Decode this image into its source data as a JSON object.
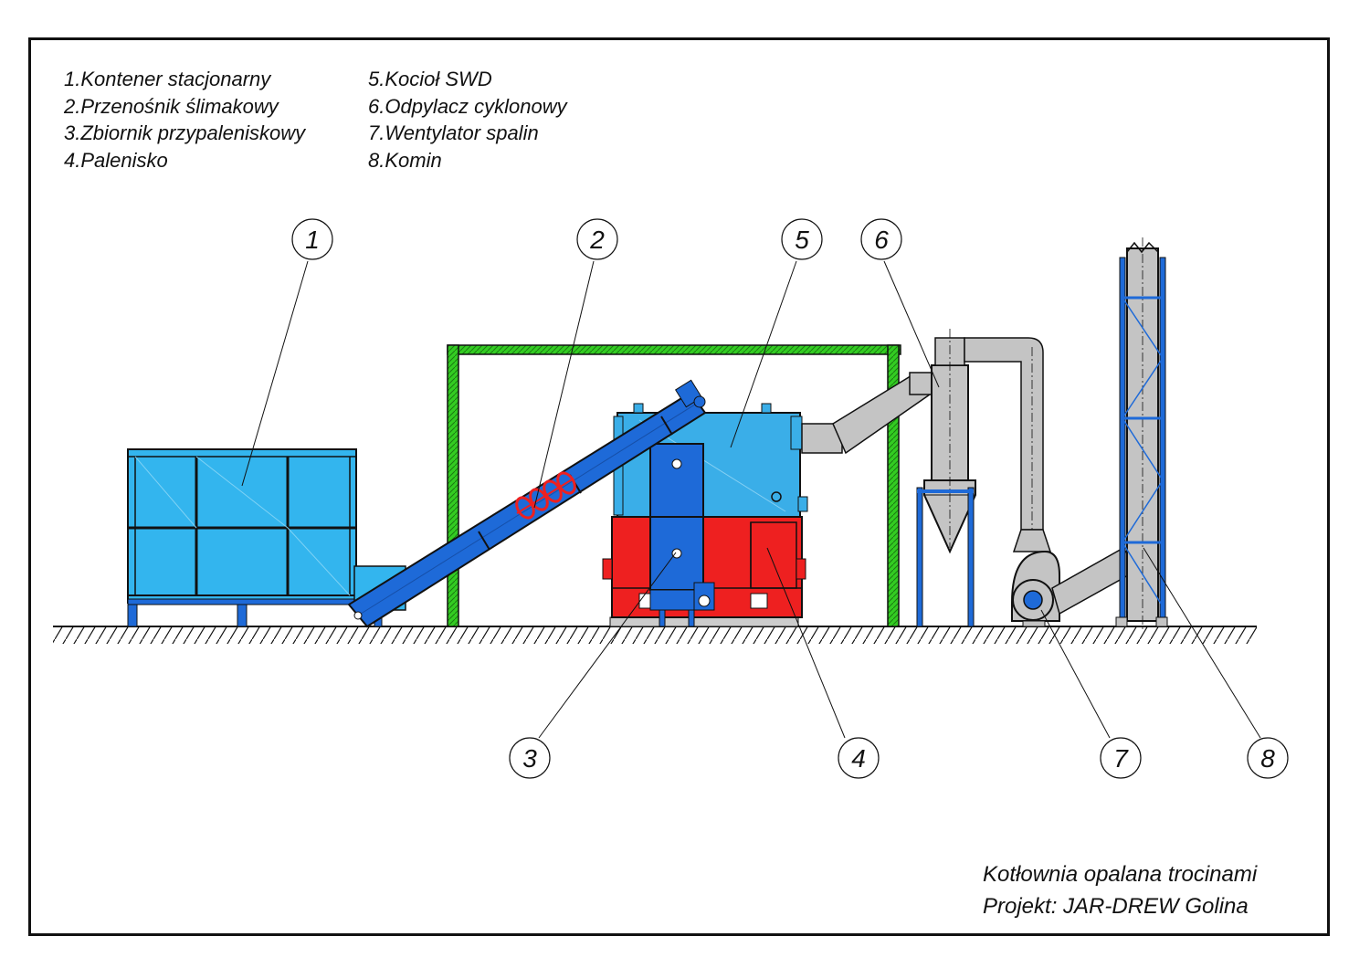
{
  "legend": {
    "col1": [
      "1.Kontener stacjonarny",
      "2.Przenośnik ślimakowy",
      "3.Zbiornik przypaleniskowy",
      "4.Palenisko"
    ],
    "col2": [
      "5.Kocioł SWD",
      "6.Odpylacz cyklonowy",
      "7.Wentylator spalin",
      "8.Komin"
    ]
  },
  "callouts": [
    "1",
    "2",
    "3",
    "4",
    "5",
    "6",
    "7",
    "8"
  ],
  "title_block": {
    "line1": "Kotłownia opalana trocinami",
    "line2": "Projekt: JAR-DREW Golina"
  },
  "colors": {
    "container_blue": "#33b5ee",
    "conveyor_blue": "#1e6ad8",
    "boiler_blue": "#3aaee8",
    "furnace_red": "#ee2020",
    "frame_green": "#33cc22",
    "duct_grey": "#c4c4c4",
    "outline": "#111111"
  }
}
